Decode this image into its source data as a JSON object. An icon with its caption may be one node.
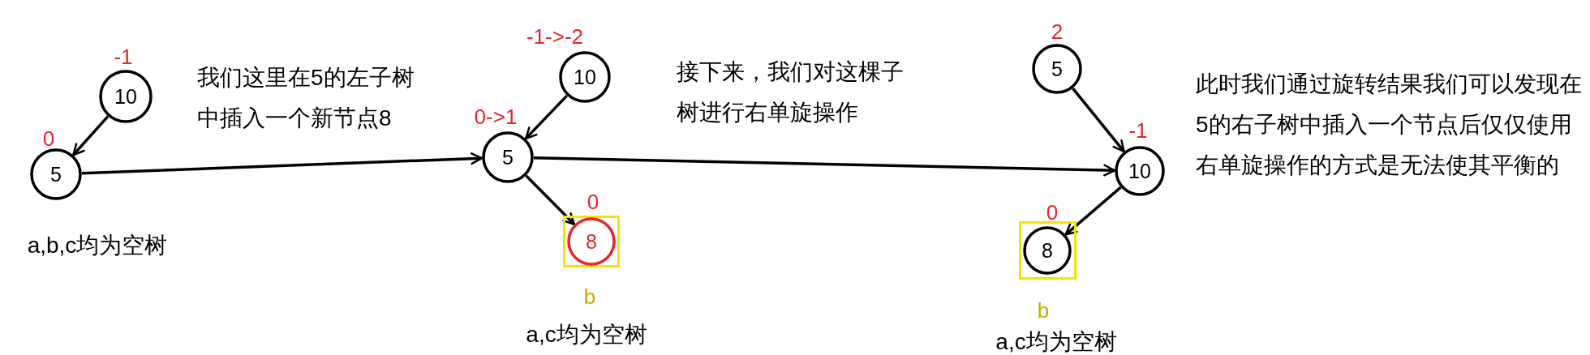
{
  "diagram": {
    "nodes": [
      {
        "text": [
          "10"
        ],
        "beside": [
          "-1"
        ]
      },
      {
        "text": [
          "5"
        ],
        "beside": [
          "0"
        ]
      },
      {
        "text": [
          "10"
        ],
        "beside": [
          "-1->-2"
        ]
      },
      {
        "text": [
          "5"
        ],
        "beside": [
          "0->1"
        ]
      },
      {
        "text": [],
        "shape": "box",
        "beside": [
          "b"
        ]
      },
      {
        "text": [
          "8"
        ],
        "in": 4,
        "beside": [
          "0"
        ]
      },
      {
        "text": [
          "5"
        ],
        "beside": [
          "2"
        ]
      },
      {
        "text": [
          "10"
        ],
        "beside": [
          "-1"
        ]
      },
      {
        "text": [],
        "shape": "box",
        "beside": [
          "b"
        ]
      },
      {
        "text": [
          "8"
        ],
        "in": 8,
        "beside": [
          "0"
        ]
      }
    ],
    "edges": [
      {
        "from": 0,
        "to": 1,
        "arrow": "to"
      },
      {
        "from": 1,
        "to": 3,
        "arrow": "to",
        "label": "我们这里在5的左子树中插入一个新节点8"
      },
      {
        "from": 2,
        "to": 3,
        "arrow": "to"
      },
      {
        "from": 3,
        "to": 5,
        "arrow": "to"
      },
      {
        "from": 3,
        "to": 7,
        "arrow": "to",
        "label": "接下来，我们对这棵子树进行右单旋操作"
      },
      {
        "from": 6,
        "to": 7,
        "arrow": "to"
      },
      {
        "from": 7,
        "to": 9,
        "arrow": "to"
      }
    ],
    "labels": [
      "a,b,c均为空树",
      "a,c均为空树",
      "a,c均为空树",
      "此时我们通过旋转结果我们可以发现在5的右子树中插入一个节点后仅仅使用右单旋操作的方式是无法使其平衡的"
    ]
  }
}
